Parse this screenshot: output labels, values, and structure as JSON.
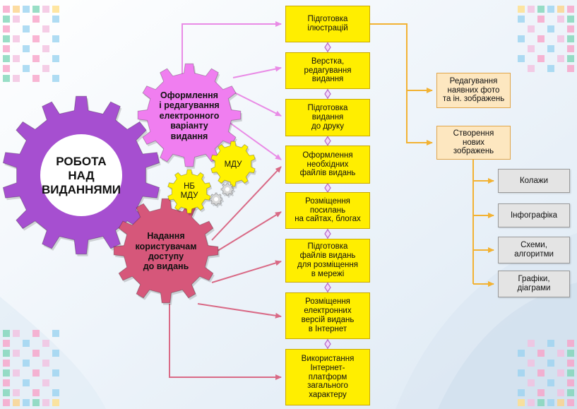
{
  "colors": {
    "main_gear": "#a64fd0",
    "pink_gear": "#f07ef0",
    "red_gear": "#d6577a",
    "yellow_gear": "#fff200",
    "small_gray_gear": "#d8d8d8",
    "yellow_box": "#ffee00",
    "orange_box": "#fde7c0",
    "gray_box": "#e4e4e4",
    "connector_orange": "#f2b233",
    "arrow_pink": "#e98be6",
    "arrow_red": "#d96a86",
    "background": "#f6f9fc"
  },
  "diagram": {
    "main_gear": {
      "label": "РОБОТА\nНАД\nВИДАННЯМИ"
    },
    "gear_pink": {
      "label": "Оформлення\nі редагування\nелектронного\nваріанту\nвидання"
    },
    "gear_red": {
      "label": "Надання\nкористувачам\nдоступу\nдо видань"
    },
    "gear_mdu": {
      "label": "МДУ"
    },
    "gear_nb": {
      "label": "НБ\nМДУ"
    },
    "yellow_boxes": [
      "Підготовка\nілюстрацій",
      "Верстка,\nредагування\nвидання",
      "Підготовка\nвидання\nдо друку",
      "Оформлення\nнеобхідних\nфайлів видань",
      "Розміщення\nпосилань\nна сайтах, блогах",
      "Підготовка\nфайлів видань\nдля розміщення\nв мережі",
      "Розміщення\nелектронних\nверсій видань\nв Інтернет",
      "Використання\nІнтернет-\nплатформ\nзагального\nхарактеру"
    ],
    "orange_boxes": [
      "Редагування\nнаявних фото\nта ін. зображень",
      "Створення\nнових\nзображень"
    ],
    "gray_boxes": [
      "Колажи",
      "Інфографіка",
      "Схеми,\nалгоритми",
      "Графіки,\nдіаграми"
    ]
  }
}
